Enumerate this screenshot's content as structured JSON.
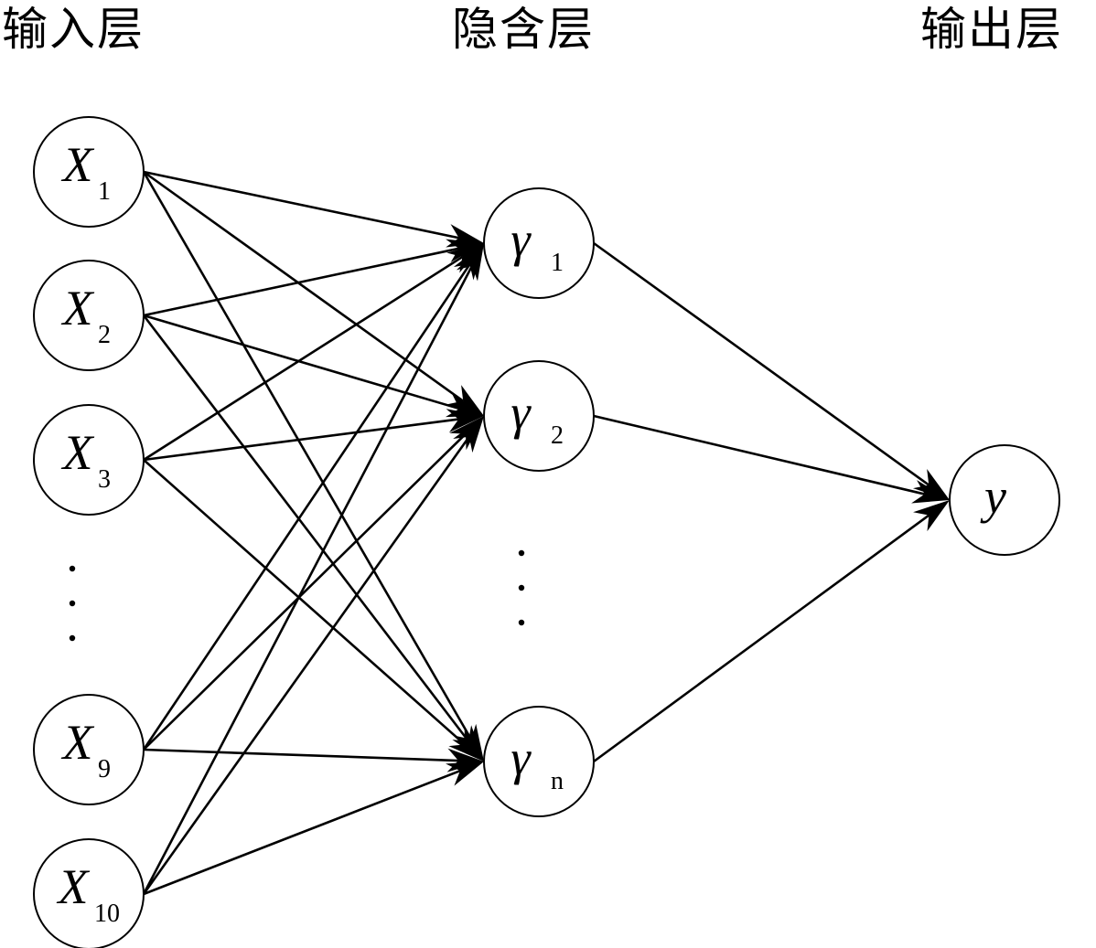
{
  "layers": {
    "input": {
      "title": "输入层"
    },
    "hidden": {
      "title": "隐含层"
    },
    "output": {
      "title": "输出层"
    }
  },
  "input_nodes": [
    {
      "symbol": "X",
      "subscript": "1"
    },
    {
      "symbol": "X",
      "subscript": "2"
    },
    {
      "symbol": "X",
      "subscript": "3"
    },
    {
      "symbol": "X",
      "subscript": "9"
    },
    {
      "symbol": "X",
      "subscript": "10"
    }
  ],
  "hidden_nodes": [
    {
      "symbol": "γ",
      "subscript": "1"
    },
    {
      "symbol": "γ",
      "subscript": "2"
    },
    {
      "symbol": "γ",
      "subscript": "n"
    }
  ],
  "output_nodes": [
    {
      "symbol": "y",
      "subscript": ""
    }
  ],
  "ellipsis": {
    "input": "⋮",
    "hidden": "⋮"
  },
  "connections": {
    "input_to_hidden": "fully-connected",
    "hidden_to_output": "fully-connected"
  }
}
